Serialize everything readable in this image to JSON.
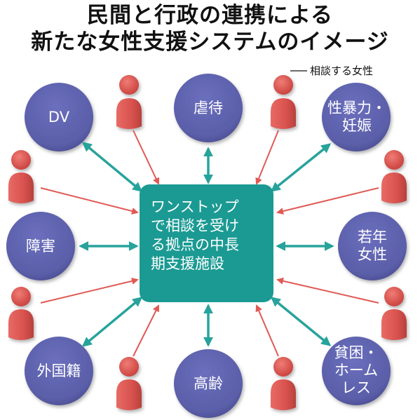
{
  "title": {
    "line1": "民間と行政の連携による",
    "line2": "新たな女性支援システムのイメージ"
  },
  "center": {
    "lines": [
      "ワンストップ",
      "で相談を受け",
      "る拠点の中長",
      "期支援施設"
    ]
  },
  "legend": {
    "label": "相談する女性"
  },
  "categories": [
    {
      "id": "dv",
      "lines": [
        "DV"
      ]
    },
    {
      "id": "abuse",
      "lines": [
        "虐待"
      ]
    },
    {
      "id": "sexual-violence",
      "lines": [
        "性暴力・",
        "妊娠"
      ]
    },
    {
      "id": "disability",
      "lines": [
        "障害"
      ]
    },
    {
      "id": "young-women",
      "lines": [
        "若年",
        "女性"
      ]
    },
    {
      "id": "foreign-nationality",
      "lines": [
        "外国籍"
      ]
    },
    {
      "id": "elderly",
      "lines": [
        "高齢"
      ]
    },
    {
      "id": "poverty-homeless",
      "lines": [
        "貧困・",
        "ホーム",
        "レス"
      ]
    }
  ],
  "colors": {
    "circle": "#5a5ea8",
    "center": "#1b9a93",
    "teal_arrow": "#27a39b",
    "red_arrow": "#e05a55",
    "person": "#d9534f"
  }
}
